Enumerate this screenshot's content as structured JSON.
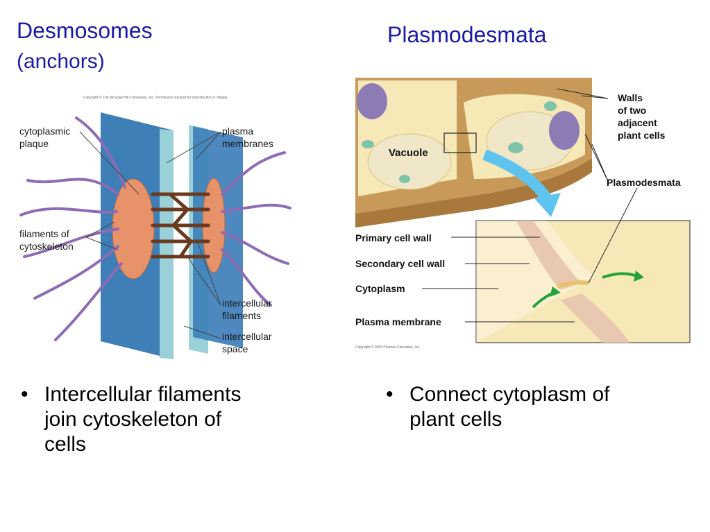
{
  "slide": {
    "left_title": "Desmosomes",
    "left_subtitle": "(anchors)",
    "right_title": "Plasmodesmata"
  },
  "desmosome_figure": {
    "copyright": "Copyright © The McGraw-Hill Companies, Inc. Permission required for reproduction or display.",
    "labels": {
      "cytoplasmic_plaque_1": "cytoplasmic",
      "cytoplasmic_plaque_2": "plaque",
      "plasma_membranes_1": "plasma",
      "plasma_membranes_2": "membranes",
      "filaments_1": "filaments of",
      "filaments_2": "cytoskeleton",
      "intercellular_filaments_1": "intercellular",
      "intercellular_filaments_2": "filaments",
      "intercellular_space_1": "intercellular",
      "intercellular_space_2": "space"
    },
    "colors": {
      "membrane": "#3e7fb8",
      "plaque": "#e8926a",
      "filament": "#8d6bb5",
      "intercellular": "#6b3a1e"
    }
  },
  "plasmodesmata_figure": {
    "copyright": "Copyright © 2009 Pearson Education, Inc.",
    "labels": {
      "vacuole": "Vacuole",
      "walls_1": "Walls",
      "walls_2": "of two",
      "walls_3": "adjacent",
      "walls_4": "plant cells",
      "plasmodesmata": "Plasmodesmata",
      "primary_wall": "Primary cell wall",
      "secondary_wall": "Secondary cell wall",
      "cytoplasm": "Cytoplasm",
      "plasma_membrane": "Plasma membrane"
    },
    "colors": {
      "cell_wall": "#c79a5a",
      "cytoplasm": "#f7e8b8",
      "vacuole": "#efe7c8",
      "arrow": "#5fc3ef",
      "flow_arrow": "#22a33a"
    }
  },
  "bullets": {
    "left": {
      "line1": "Intercellular filaments",
      "line2": "join cytoskeleton of",
      "line3": "cells"
    },
    "right": {
      "line1": "Connect cytoplasm of",
      "line2": "plant cells"
    }
  }
}
